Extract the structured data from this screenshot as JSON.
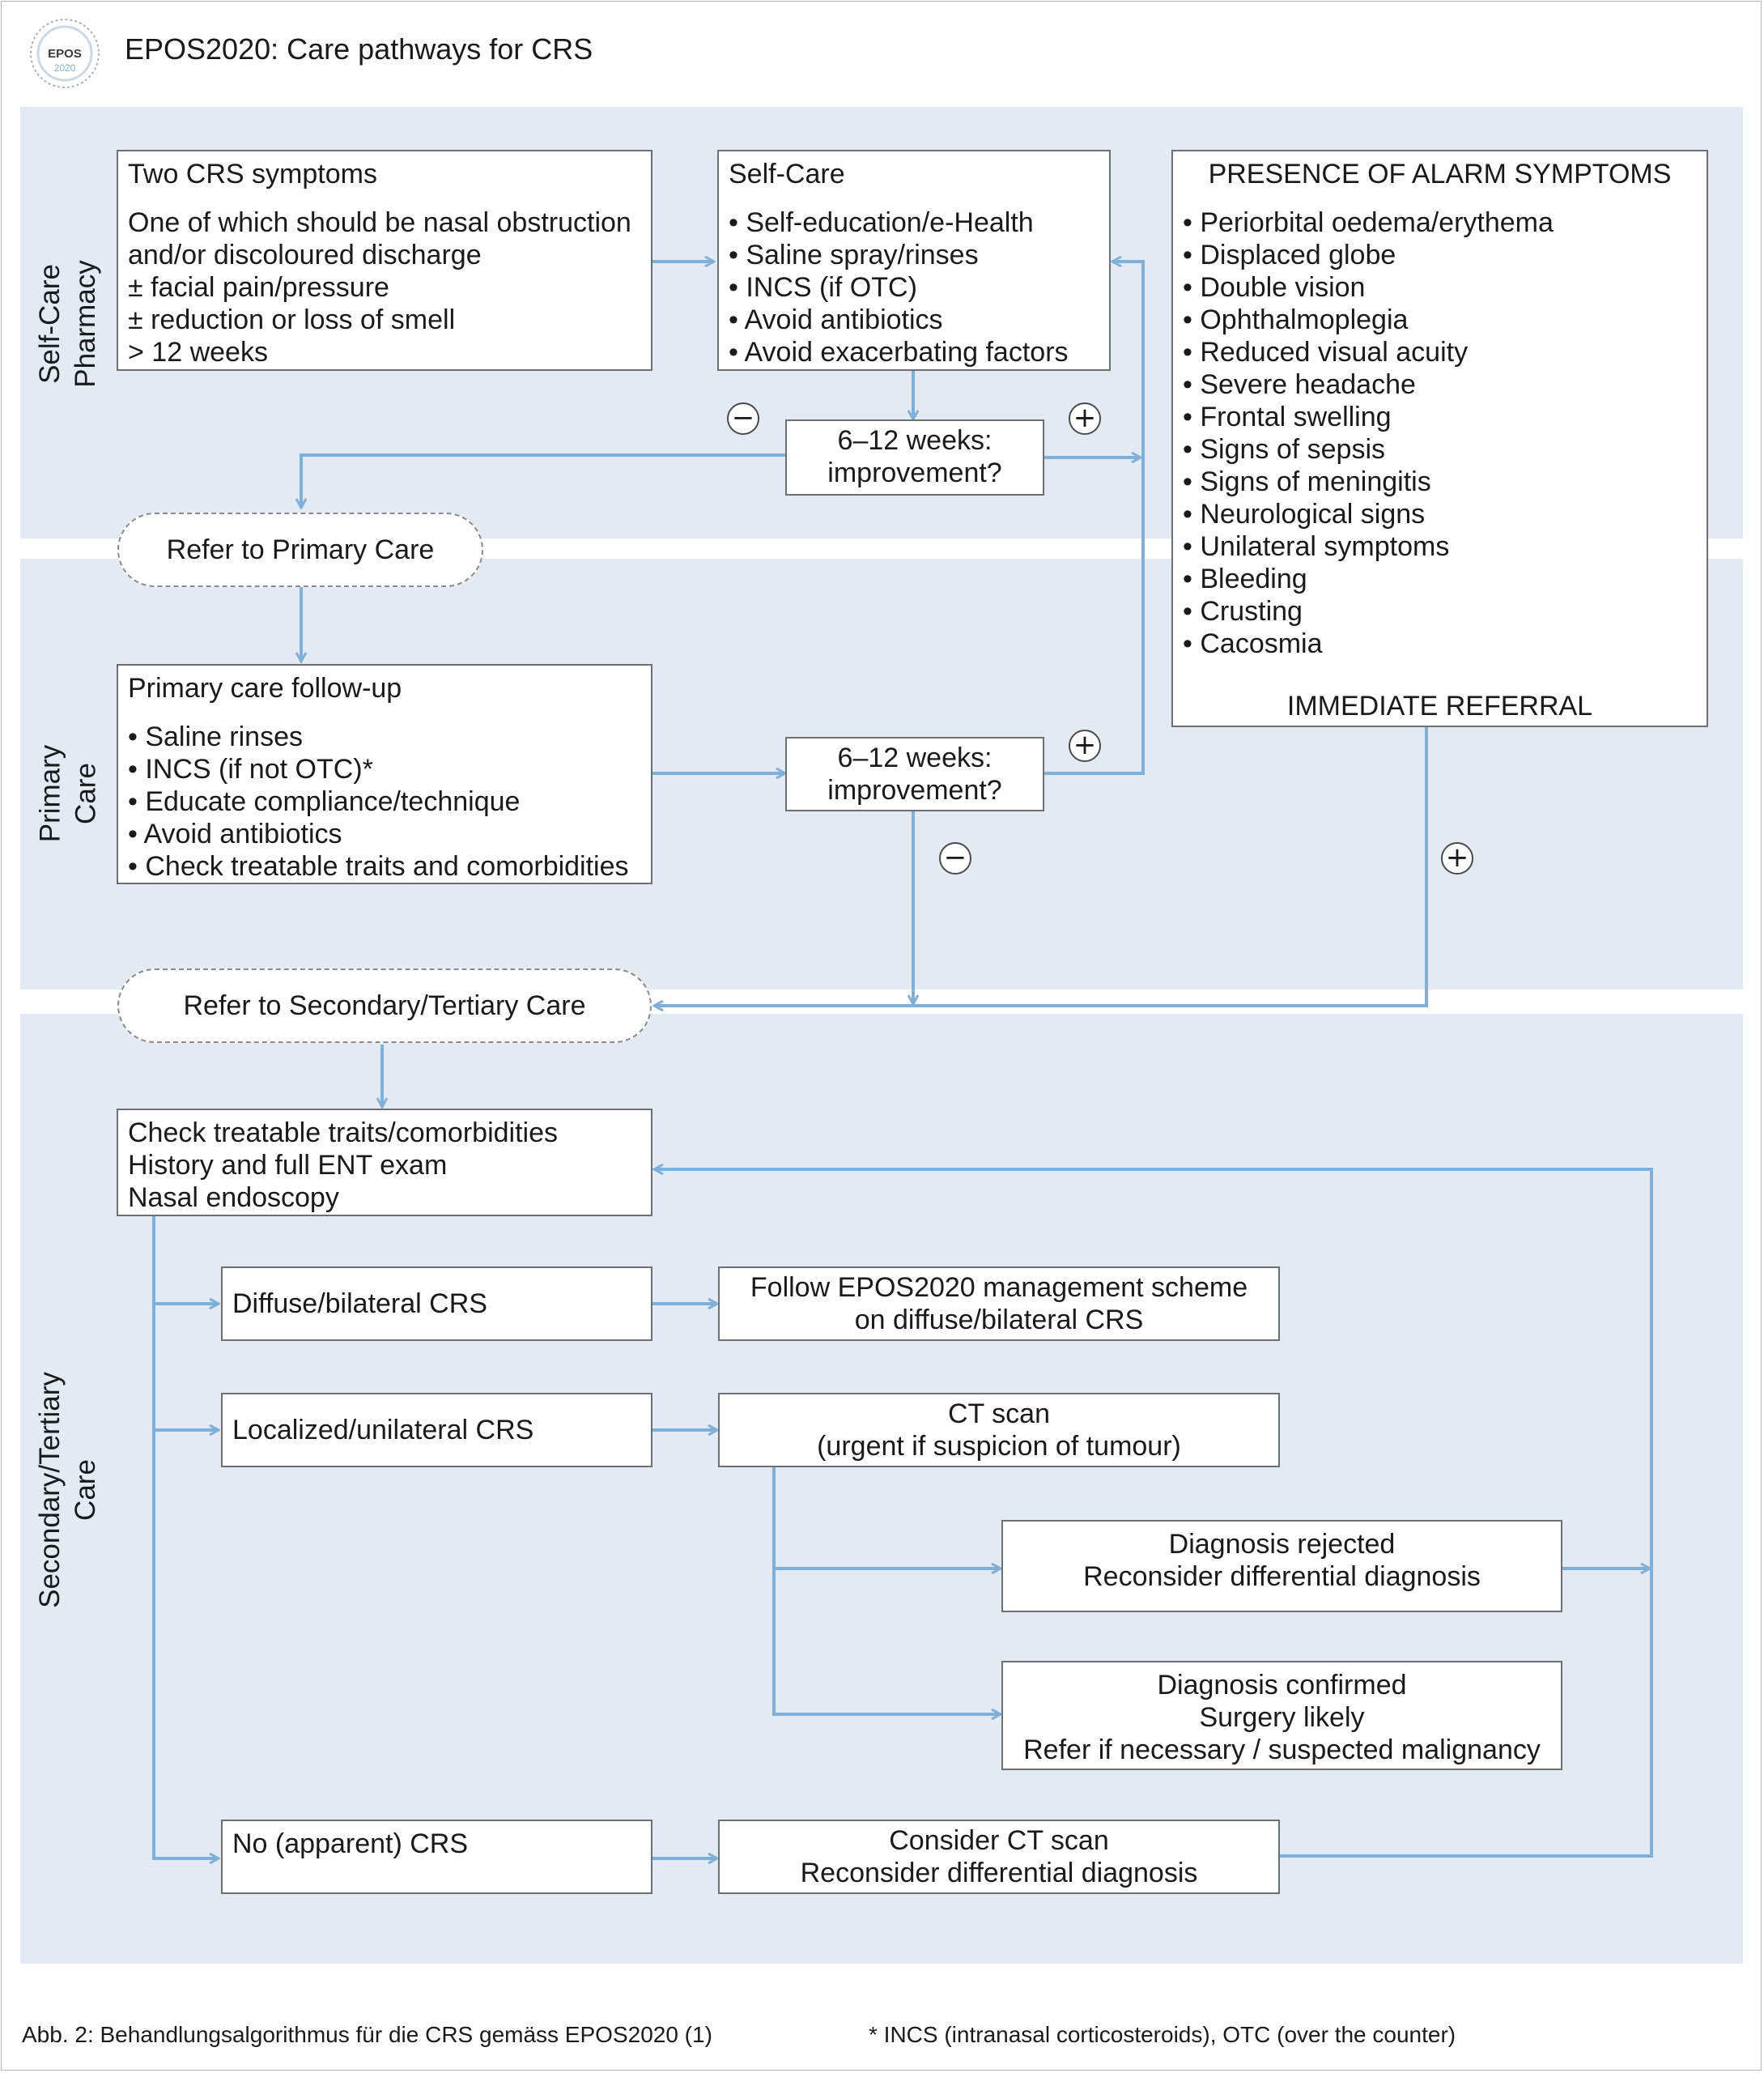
{
  "header": {
    "logo_text": "EPOS2020",
    "title": "EPOS2020: Care pathways for CRS"
  },
  "bands": {
    "self_care": "Self-Care\nPharmacy",
    "primary": "Primary\nCare",
    "secondary": "Secondary/Tertiary\nCare"
  },
  "symptoms_box": {
    "head": "Two CRS symptoms",
    "lines": [
      "One of which should be nasal obstruction",
      "and/or discoloured discharge",
      "± facial pain/pressure",
      "± reduction or loss of smell",
      "> 12 weeks"
    ]
  },
  "self_care_box": {
    "head": "Self-Care",
    "lines": [
      "• Self-education/e-Health",
      "• Saline spray/rinses",
      "• INCS (if OTC)",
      "• Avoid antibiotics",
      "• Avoid exacerbating factors"
    ]
  },
  "alarm_box": {
    "head": "PRESENCE OF ALARM SYMPTOMS",
    "lines": [
      "• Periorbital oedema/erythema",
      "• Displaced globe",
      "• Double vision",
      "• Ophthalmoplegia",
      "• Reduced visual acuity",
      "• Severe headache",
      "• Frontal swelling",
      "• Signs of sepsis",
      "• Signs of meningitis",
      "• Neurological signs",
      "• Unilateral symptoms",
      "• Bleeding",
      "• Crusting",
      "• Cacosmia"
    ],
    "footer": "IMMEDIATE REFERRAL"
  },
  "decision1": {
    "line1": "6–12 weeks:",
    "line2": "improvement?"
  },
  "decision2": {
    "line1": "6–12 weeks:",
    "line2": "improvement?"
  },
  "refer_primary": "Refer to Primary Care",
  "primary_box": {
    "head": "Primary care follow-up",
    "lines": [
      "• Saline rinses",
      "• INCS (if not OTC)*",
      "• Educate compliance/technique",
      "• Avoid antibiotics",
      "• Check treatable traits and comorbidities"
    ]
  },
  "refer_secondary": "Refer to Secondary/Tertiary Care",
  "check_box": {
    "lines": [
      "Check treatable traits/comorbidities",
      "History and full ENT exam",
      "Nasal endoscopy"
    ]
  },
  "diffuse": "Diffuse/bilateral CRS",
  "follow_epos": {
    "line1": "Follow EPOS2020 management scheme",
    "line2": "on diffuse/bilateral CRS"
  },
  "localized": "Localized/unilateral CRS",
  "ct_scan": {
    "line1": "CT scan",
    "line2": "(urgent if suspicion of tumour)"
  },
  "rejected": {
    "line1": "Diagnosis rejected",
    "line2": "Reconsider differential diagnosis"
  },
  "confirmed": {
    "line1": "Diagnosis confirmed",
    "line2": "Surgery likely",
    "line3": "Refer if necessary / suspected malignancy"
  },
  "no_crs": "No (apparent) CRS",
  "consider_ct": {
    "line1": "Consider CT scan",
    "line2": "Reconsider differential diagnosis"
  },
  "signs": {
    "minus": "−",
    "plus": "+"
  },
  "footer": {
    "caption_left": "Abb. 2: Behandlungsalgorithmus für die CRS gemäss EPOS2020 (1)",
    "caption_right": "* INCS (intranasal corticosteroids), OTC (over the counter)"
  },
  "colors": {
    "band": "#e4eaf4",
    "arrow": "#7fb0d9",
    "border": "#6f6f6f"
  }
}
